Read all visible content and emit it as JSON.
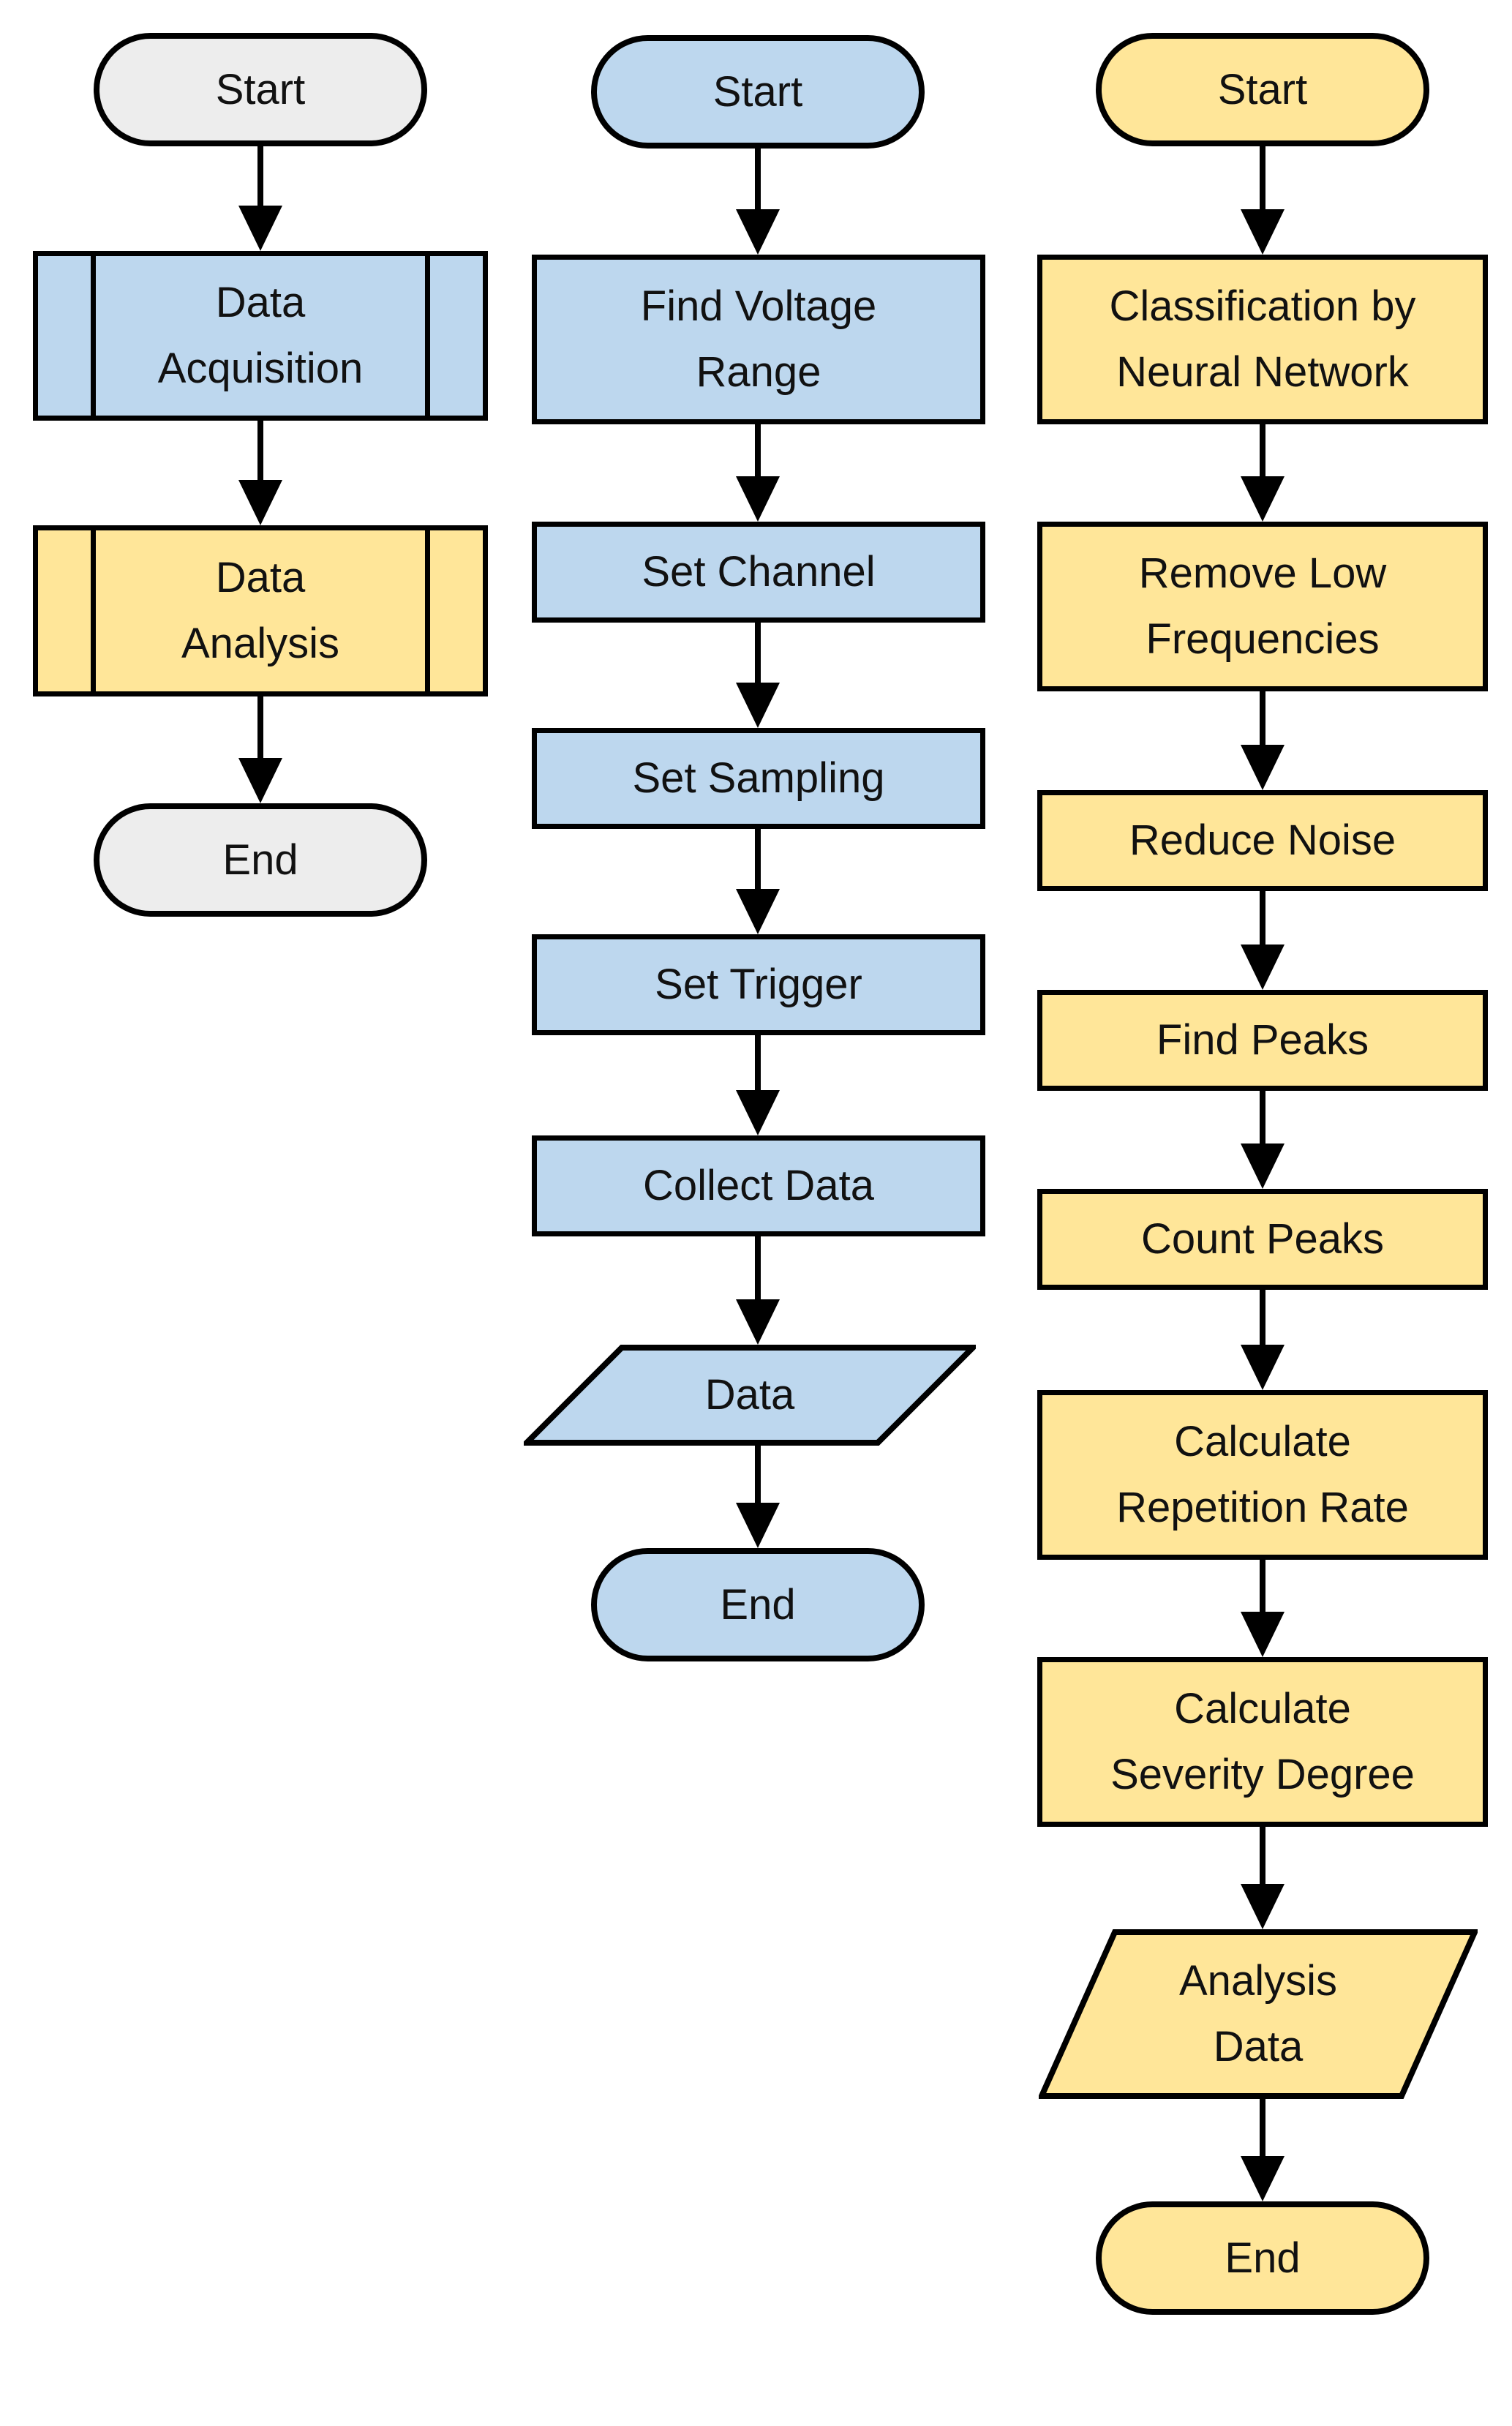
{
  "diagram": {
    "description": "Three-column flowchart: overview procedure, data acquisition procedure, data analysis procedure",
    "colors": {
      "terminator_gray": "#EDEDED",
      "acquisition_blue": "#BDD7EE",
      "analysis_yellow": "#FFE699",
      "stroke_black": "#000000",
      "background": "#FFFFFF"
    },
    "columns": [
      {
        "id": "overview",
        "nodes": [
          {
            "label": "Start",
            "type": "terminator",
            "fill": "#EDEDED"
          },
          {
            "label": "Data\nAcquisition",
            "type": "subroutine",
            "fill": "#BDD7EE"
          },
          {
            "label": "Data\nAnalysis",
            "type": "subroutine",
            "fill": "#FFE699"
          },
          {
            "label": "End",
            "type": "terminator",
            "fill": "#EDEDED"
          }
        ]
      },
      {
        "id": "data-acquisition",
        "nodes": [
          {
            "label": "Start",
            "type": "terminator",
            "fill": "#BDD7EE"
          },
          {
            "label": "Find Voltage\nRange",
            "type": "process",
            "fill": "#BDD7EE"
          },
          {
            "label": "Set Channel",
            "type": "process",
            "fill": "#BDD7EE"
          },
          {
            "label": "Set Sampling",
            "type": "process",
            "fill": "#BDD7EE"
          },
          {
            "label": "Set Trigger",
            "type": "process",
            "fill": "#BDD7EE"
          },
          {
            "label": "Collect Data",
            "type": "process",
            "fill": "#BDD7EE"
          },
          {
            "label": "Data",
            "type": "input-output",
            "fill": "#BDD7EE"
          },
          {
            "label": "End",
            "type": "terminator",
            "fill": "#BDD7EE"
          }
        ]
      },
      {
        "id": "data-analysis",
        "nodes": [
          {
            "label": "Start",
            "type": "terminator",
            "fill": "#FFE699"
          },
          {
            "label": "Classification by\nNeural Network",
            "type": "process",
            "fill": "#FFE699"
          },
          {
            "label": "Remove Low\nFrequencies",
            "type": "process",
            "fill": "#FFE699"
          },
          {
            "label": "Reduce Noise",
            "type": "process",
            "fill": "#FFE699"
          },
          {
            "label": "Find Peaks",
            "type": "process",
            "fill": "#FFE699"
          },
          {
            "label": "Count Peaks",
            "type": "process",
            "fill": "#FFE699"
          },
          {
            "label": "Calculate\nRepetition Rate",
            "type": "process",
            "fill": "#FFE699"
          },
          {
            "label": "Calculate\nSeverity Degree",
            "type": "process",
            "fill": "#FFE699"
          },
          {
            "label": "Analysis\nData",
            "type": "input-output",
            "fill": "#FFE699"
          },
          {
            "label": "End",
            "type": "terminator",
            "fill": "#FFE699"
          }
        ]
      }
    ]
  }
}
